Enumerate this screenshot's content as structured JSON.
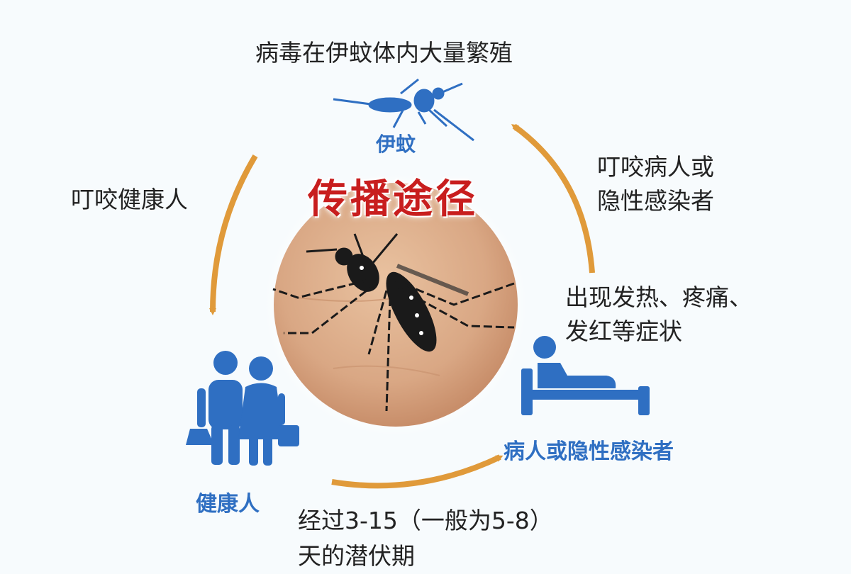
{
  "title": "传播途径",
  "steps": {
    "top": "病毒在伊蚊体内大量繁殖",
    "right_line1": "叮咬病人或",
    "right_line2": "隐性感染者",
    "left": "叮咬健康人",
    "symptom_line1": "出现发热、疼痛、",
    "symptom_line2": "发红等症状",
    "bottom_line1": "经过3-15（一般为5-8）",
    "bottom_line2": "天的潜伏期"
  },
  "labels": {
    "mosquito": "伊蚊",
    "healthy": "健康人",
    "patient": "病人或隐性感染者"
  },
  "icons": [
    "mosquito-icon",
    "healthy-people-icon",
    "patient-in-bed-icon",
    "arrow-icon"
  ],
  "colors": {
    "arrow": "#e09a3a",
    "icon_blue": "#2f6fc2",
    "title_red": "#c81e1e",
    "skin": "#d9a784"
  }
}
